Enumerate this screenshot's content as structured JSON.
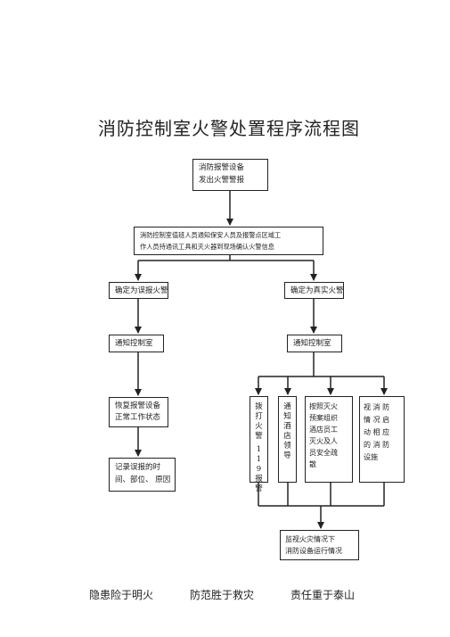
{
  "title": "消防控制室火警处置程序流程图",
  "nodes": {
    "alarm": [
      "消防报警设备",
      "发出火警警报"
    ],
    "notify_security": [
      "消防控制室值班人员通知保安人员及报警点区域工",
      "作人员持通讯工具和灭火器到现场确认火警信息"
    ],
    "false_alarm": "确定为误报火警",
    "true_fire": "确定为真实火警",
    "notify_control_left": "通知控制室",
    "notify_control_right": "通知控制室",
    "restore_device": [
      "恢复报警设备",
      "正常工作状态"
    ],
    "record_false": [
      "记录误报的时",
      "间、部位、 原因"
    ],
    "call_119": [
      "拨打火警",
      "119报警"
    ],
    "notify_leader": "通知酒店领导",
    "evacuation": [
      "按照灭火",
      "预案组织",
      "酒店员工",
      "灭火及人",
      "员安全疏",
      "散"
    ],
    "monitor_facilities": [
      "视 消 防",
      "情 况 启",
      "动 相 应",
      "的 消 防",
      "设施"
    ],
    "monitor_equipment": [
      "监视火灾情况下",
      "消防设备运行情况"
    ]
  },
  "footer": [
    "隐患险于明火",
    "防范胜于救灾",
    "责任重于泰山"
  ]
}
